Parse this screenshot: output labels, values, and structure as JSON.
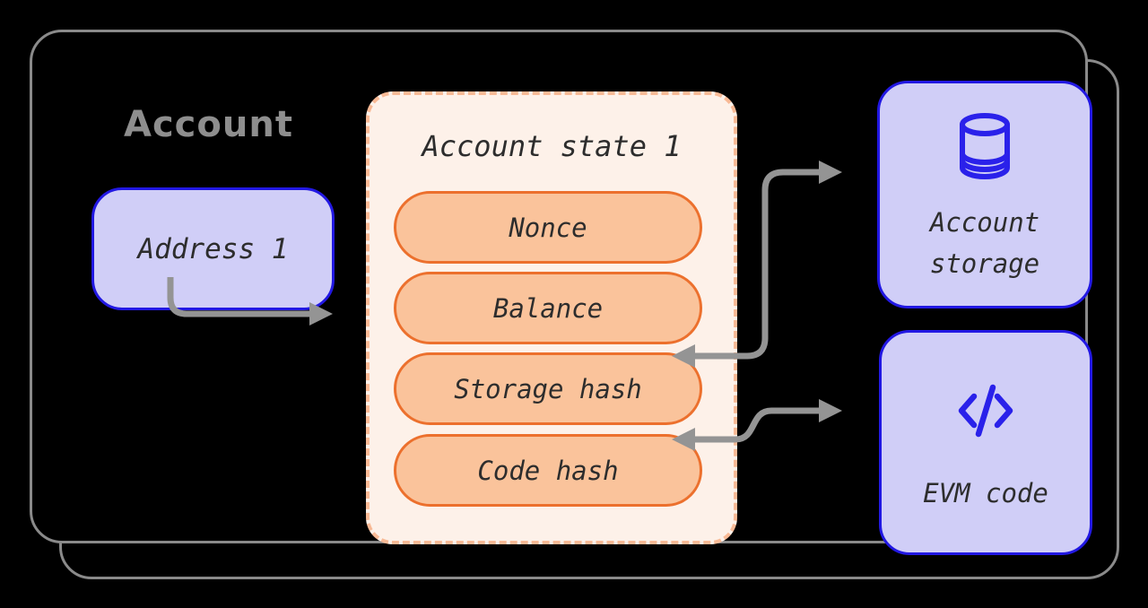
{
  "account_card": {
    "title": "Account"
  },
  "address_box": {
    "label": "Address 1"
  },
  "state_box": {
    "title": "Account state 1",
    "fields": [
      "Nonce",
      "Balance",
      "Storage hash",
      "Code hash"
    ]
  },
  "storage_box": {
    "icon": "database-icon",
    "lines": [
      "Account",
      "storage"
    ]
  },
  "evm_box": {
    "icon": "code-icon",
    "label": "EVM code"
  },
  "colors": {
    "background": "#000000",
    "card_border_gray": "#8a8a8a",
    "account_title_gray": "#8e8e8e",
    "lavender_fill": "#d0cef7",
    "blue_border": "#2218e3",
    "icon_blue": "#2a21ea",
    "state_fill": "#fdf1e9",
    "state_dashed_border": "#f8ba96",
    "pill_fill": "#fac39b",
    "pill_border": "#ec702d",
    "arrow_gray": "#949494",
    "text_dark": "#2d2d2d"
  }
}
